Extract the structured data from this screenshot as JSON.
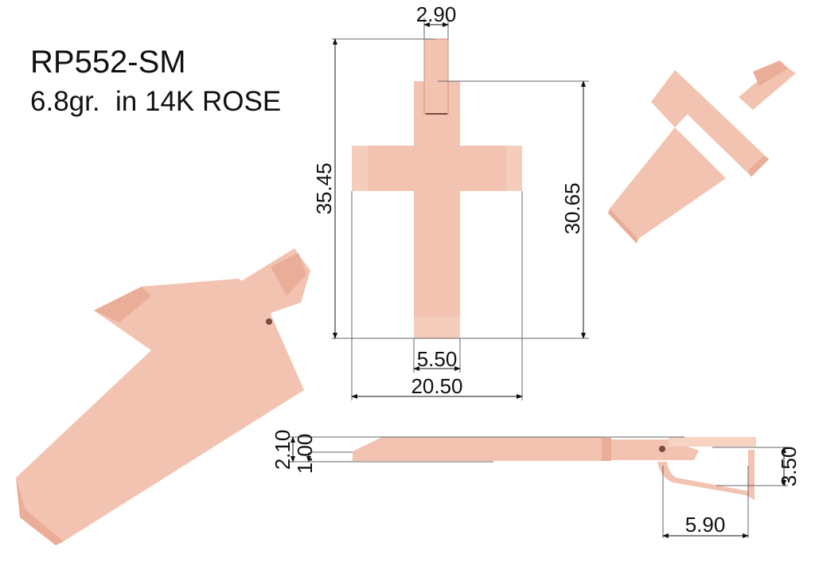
{
  "header": {
    "model": "RP552-SM",
    "spec": "6.8gr.  in 14K ROSE"
  },
  "dimensions": {
    "bail_width": "2.90",
    "total_height": "35.45",
    "cross_height": "30.65",
    "stem_width": "5.50",
    "arm_width": "20.50",
    "thickness_total": "2.10",
    "thickness_edge": "1.00",
    "bail_height": "3.50",
    "bail_depth": "5.90"
  },
  "colors": {
    "rose_gold": "#f2c3b0",
    "rose_gold_shadow": "#e9ad98"
  }
}
